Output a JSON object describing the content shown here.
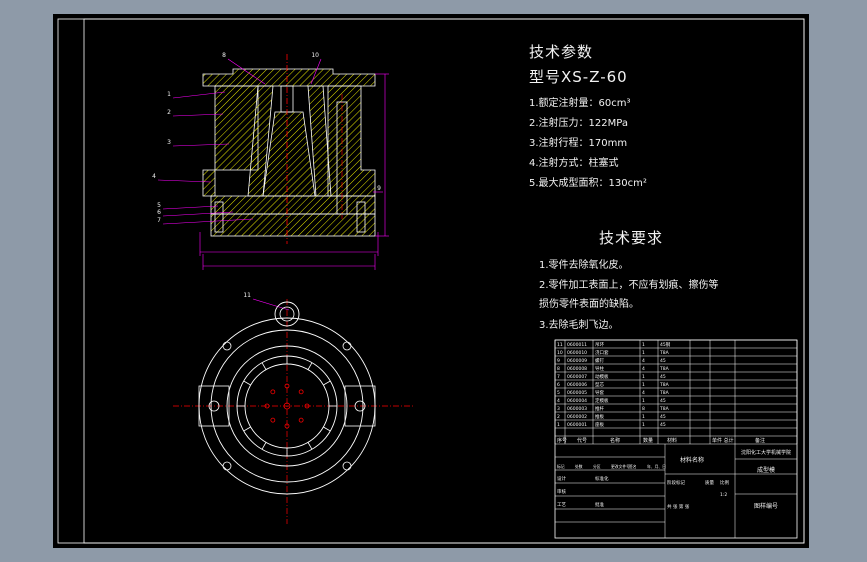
{
  "colors": {
    "background": "#8e9aa8",
    "paper": "#000000",
    "frame": "#ffffff",
    "part_outline": "#ffffff",
    "hatch": "#ffff00",
    "dimension": "#ff00ff",
    "centerline": "#ff0000",
    "leader": "#ff00ff",
    "text": "#f2f2f2"
  },
  "tech_params": {
    "title": "技术参数",
    "model": "型号XS-Z-60",
    "items": [
      "1.额定注射量：60cm³",
      "2.注射压力：122MPa",
      "3.注射行程：170mm",
      "4.注射方式：柱塞式",
      "5.最大成型面积：130cm²"
    ]
  },
  "tech_requirements": {
    "title": "技术要求",
    "items": [
      "1.零件去除氧化皮。",
      "2.零件加工表面上，不应有划痕、擦伤等",
      "损伤零件表面的缺陷。",
      "3.去除毛刺飞边。"
    ]
  },
  "balloons": [
    "1",
    "2",
    "3",
    "4",
    "5",
    "6",
    "7",
    "8",
    "9",
    "10",
    "11"
  ],
  "bom": {
    "rows": [
      {
        "no": "11",
        "code": "0600011",
        "name": "吊环",
        "qty": "1",
        "mat": "45钢"
      },
      {
        "no": "10",
        "code": "0600010",
        "name": "浇口套",
        "qty": "1",
        "mat": "T8A"
      },
      {
        "no": "9",
        "code": "0600009",
        "name": "螺钉",
        "qty": "4",
        "mat": "45"
      },
      {
        "no": "8",
        "code": "0600008",
        "name": "导柱",
        "qty": "4",
        "mat": "T8A"
      },
      {
        "no": "7",
        "code": "0600007",
        "name": "动模板",
        "qty": "1",
        "mat": "45"
      },
      {
        "no": "6",
        "code": "0600006",
        "name": "型芯",
        "qty": "1",
        "mat": "T8A"
      },
      {
        "no": "5",
        "code": "0600005",
        "name": "导套",
        "qty": "4",
        "mat": "T8A"
      },
      {
        "no": "4",
        "code": "0600004",
        "name": "定模板",
        "qty": "1",
        "mat": "45"
      },
      {
        "no": "3",
        "code": "0600003",
        "name": "推杆",
        "qty": "8",
        "mat": "T8A"
      },
      {
        "no": "2",
        "code": "0600002",
        "name": "推板",
        "qty": "1",
        "mat": "45"
      },
      {
        "no": "1",
        "code": "0600001",
        "name": "座板",
        "qty": "1",
        "mat": "45"
      }
    ],
    "header": {
      "no": "序号",
      "code": "代号",
      "name": "名称",
      "qty": "数量",
      "mat": "材料",
      "weight": "单件 总计",
      "remark": "备注"
    },
    "title_block": {
      "material_mark": "材料名称",
      "school": "沈阳化工大学机械学院",
      "drawing_name": "成型模",
      "drawing_no": "图样编号",
      "scale_label": "比例",
      "scale": "1:2",
      "weight_label": "质量",
      "rev_labels": [
        "标记",
        "处数",
        "分区",
        "更改文件号",
        "签名",
        "年、月、日"
      ],
      "people": [
        "设计",
        "审核",
        "工艺"
      ],
      "std_label": "标准化",
      "approve_label": "批准",
      "stage_label": "阶段标记",
      "sheets": "共 张 第 张"
    }
  }
}
